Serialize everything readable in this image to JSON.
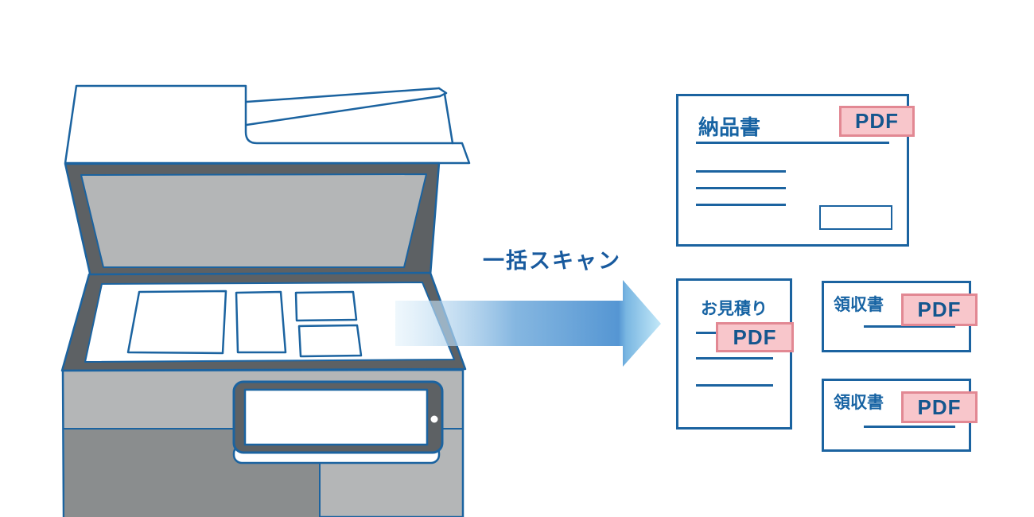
{
  "illustration": {
    "description": "multifunction scanner with open lid and several papers on the glass",
    "machine_parts": [
      "lid-top",
      "adf-tray",
      "lid-underside-mat",
      "scanner-glass",
      "documents-on-glass",
      "body",
      "control-panel",
      "panel-screen",
      "power-button"
    ]
  },
  "arrow": {
    "label": "一括スキャン"
  },
  "documents": [
    {
      "id": "delivery-slip",
      "title": "納品書",
      "badge": "PDF"
    },
    {
      "id": "quotation",
      "title": "お見積り",
      "badge": "PDF"
    },
    {
      "id": "receipt-1",
      "title": "領収書",
      "badge": "PDF"
    },
    {
      "id": "receipt-2",
      "title": "領収書",
      "badge": "PDF"
    }
  ],
  "colors": {
    "line_blue": "#1b63a0",
    "text_blue": "#185a9e",
    "badge_fill_pink": "#f8c6cb",
    "badge_border_pink": "#e28893",
    "machine_dark_gray": "#5d6164",
    "machine_light_gray": "#b4b6b7",
    "machine_mid_gray": "#8a8d8e",
    "arrow_mid_blue": "#5596d3",
    "arrow_light_blue": "#c3e8f8"
  }
}
